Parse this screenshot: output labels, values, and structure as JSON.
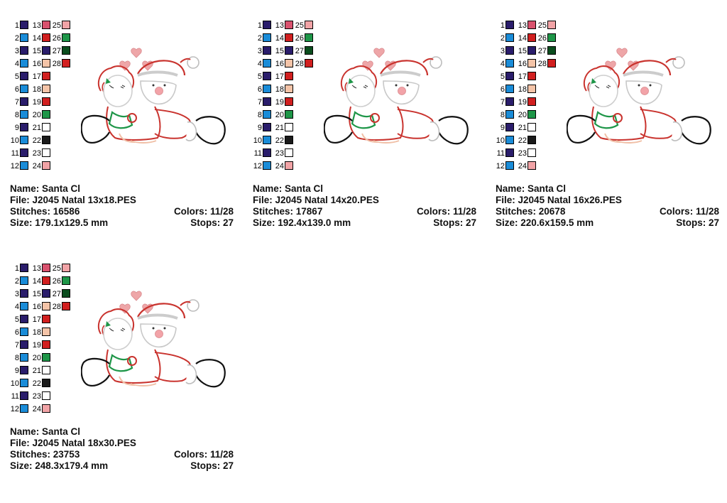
{
  "palette": [
    {
      "n": "1",
      "c": "#2a1d6b"
    },
    {
      "n": "2",
      "c": "#1a8cd8"
    },
    {
      "n": "3",
      "c": "#2a1d6b"
    },
    {
      "n": "4",
      "c": "#1a8cd8"
    },
    {
      "n": "5",
      "c": "#2a1d6b"
    },
    {
      "n": "6",
      "c": "#1a8cd8"
    },
    {
      "n": "7",
      "c": "#2a1d6b"
    },
    {
      "n": "8",
      "c": "#1a8cd8"
    },
    {
      "n": "9",
      "c": "#2a1d6b"
    },
    {
      "n": "10",
      "c": "#1a8cd8"
    },
    {
      "n": "11",
      "c": "#2a1d6b"
    },
    {
      "n": "12",
      "c": "#1a8cd8"
    },
    {
      "n": "13",
      "c": "#d9526e"
    },
    {
      "n": "14",
      "c": "#d11f1f"
    },
    {
      "n": "15",
      "c": "#2a1d6b"
    },
    {
      "n": "16",
      "c": "#f4c4a8"
    },
    {
      "n": "17",
      "c": "#d11f1f"
    },
    {
      "n": "18",
      "c": "#f4c4a8"
    },
    {
      "n": "19",
      "c": "#d11f1f"
    },
    {
      "n": "20",
      "c": "#1e9648"
    },
    {
      "n": "21",
      "c": "#ffffff"
    },
    {
      "n": "22",
      "c": "#1a1a1a"
    },
    {
      "n": "23",
      "c": "#ffffff"
    },
    {
      "n": "24",
      "c": "#f1a3a6"
    },
    {
      "n": "25",
      "c": "#f1a3a6"
    },
    {
      "n": "26",
      "c": "#1e9648"
    },
    {
      "n": "27",
      "c": "#0b4d1e"
    },
    {
      "n": "28",
      "c": "#d11f1f"
    }
  ],
  "labels": {
    "name": "Name:",
    "file": "File:",
    "stitches": "Stitches:",
    "size": "Size:",
    "colors": "Colors:",
    "stops": "Stops:"
  },
  "cards": [
    {
      "name": "Santa Cl",
      "file": "J2045 Natal 13x18.PES",
      "stitches": "16586",
      "size": "179.1x129.5 mm",
      "colors": "11/28",
      "stops": "27"
    },
    {
      "name": "Santa Cl",
      "file": "J2045 Natal 14x20.PES",
      "stitches": "17867",
      "size": "192.4x139.0 mm",
      "colors": "11/28",
      "stops": "27"
    },
    {
      "name": "Santa Cl",
      "file": "J2045 Natal 16x26.PES",
      "stitches": "20678",
      "size": "220.6x159.5 mm",
      "colors": "11/28",
      "stops": "27"
    },
    {
      "name": "Santa Cl",
      "file": "J2045 Natal 18x30.PES",
      "stitches": "23753",
      "size": "248.3x179.4 mm",
      "colors": "11/28",
      "stops": "27"
    }
  ]
}
